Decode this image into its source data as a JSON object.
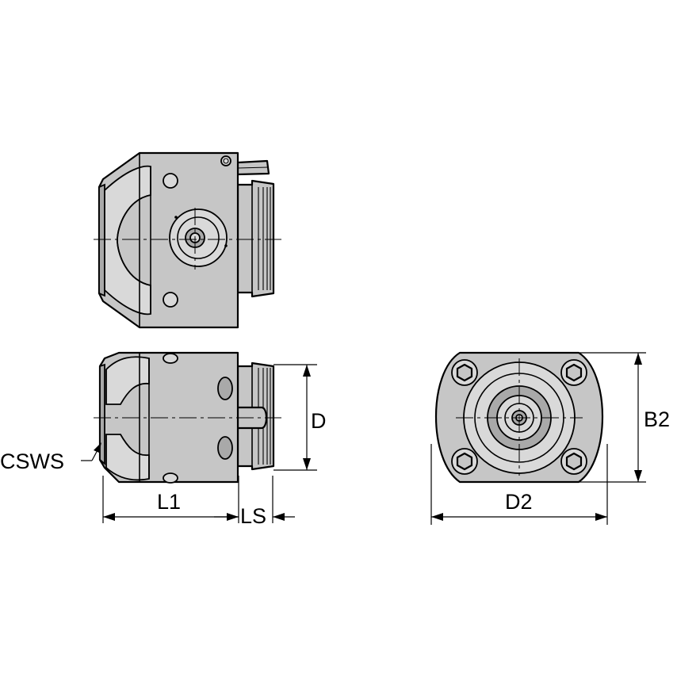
{
  "labels": {
    "d": "D",
    "b2": "B2",
    "csws": "CSWS",
    "l1": "L1",
    "ls": "LS",
    "d2": "D2"
  },
  "colors": {
    "body": "#c6c6c6",
    "highlight": "#d9d9d9",
    "shadow": "#a9a9a9",
    "line": "#000000"
  }
}
